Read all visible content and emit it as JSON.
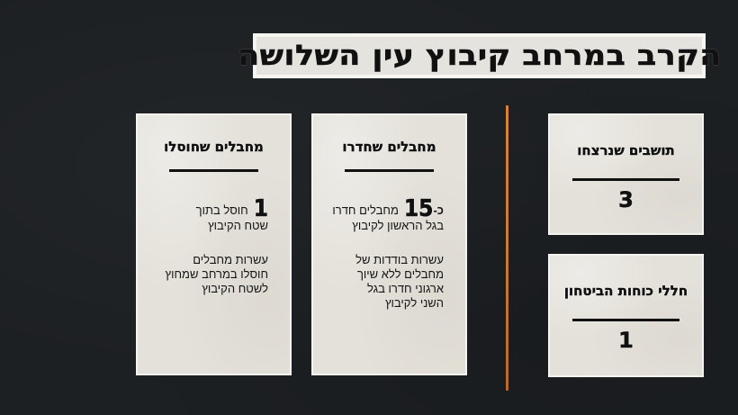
{
  "title": "הקרב במרחב קיבוץ עין השלושה",
  "colors": {
    "background": "#1d2023",
    "card": "#e4e1da",
    "divider": "#d8823a",
    "text": "#111111"
  },
  "cards": {
    "eliminated": {
      "heading": "מחבלים שחוסלו",
      "stat1": {
        "number": "1",
        "text_line1": "חוסל בתוך",
        "text_line2": "שטח הקיבוץ"
      },
      "stat2": {
        "lines": [
          "עשרות מחבלים",
          "חוסלו במרחב שמחוץ",
          "לשטח הקיבוץ"
        ]
      }
    },
    "infiltrated": {
      "heading": "מחבלים שחדרו",
      "stat1": {
        "prefix": "כ-",
        "number": "15",
        "text_line1": "מחבלים חדרו",
        "text_line2": "בגל הראשון לקיבוץ"
      },
      "stat2": {
        "lines": [
          "עשרות בודדות של",
          "מחבלים ללא שיוך",
          "ארגוני חדרו בגל",
          "השני לקיבוץ"
        ]
      }
    },
    "residents_killed": {
      "heading": "תושבים שנרצחו",
      "value": "3"
    },
    "security_killed": {
      "heading": "חללי כוחות הביטחון",
      "value": "1"
    }
  }
}
